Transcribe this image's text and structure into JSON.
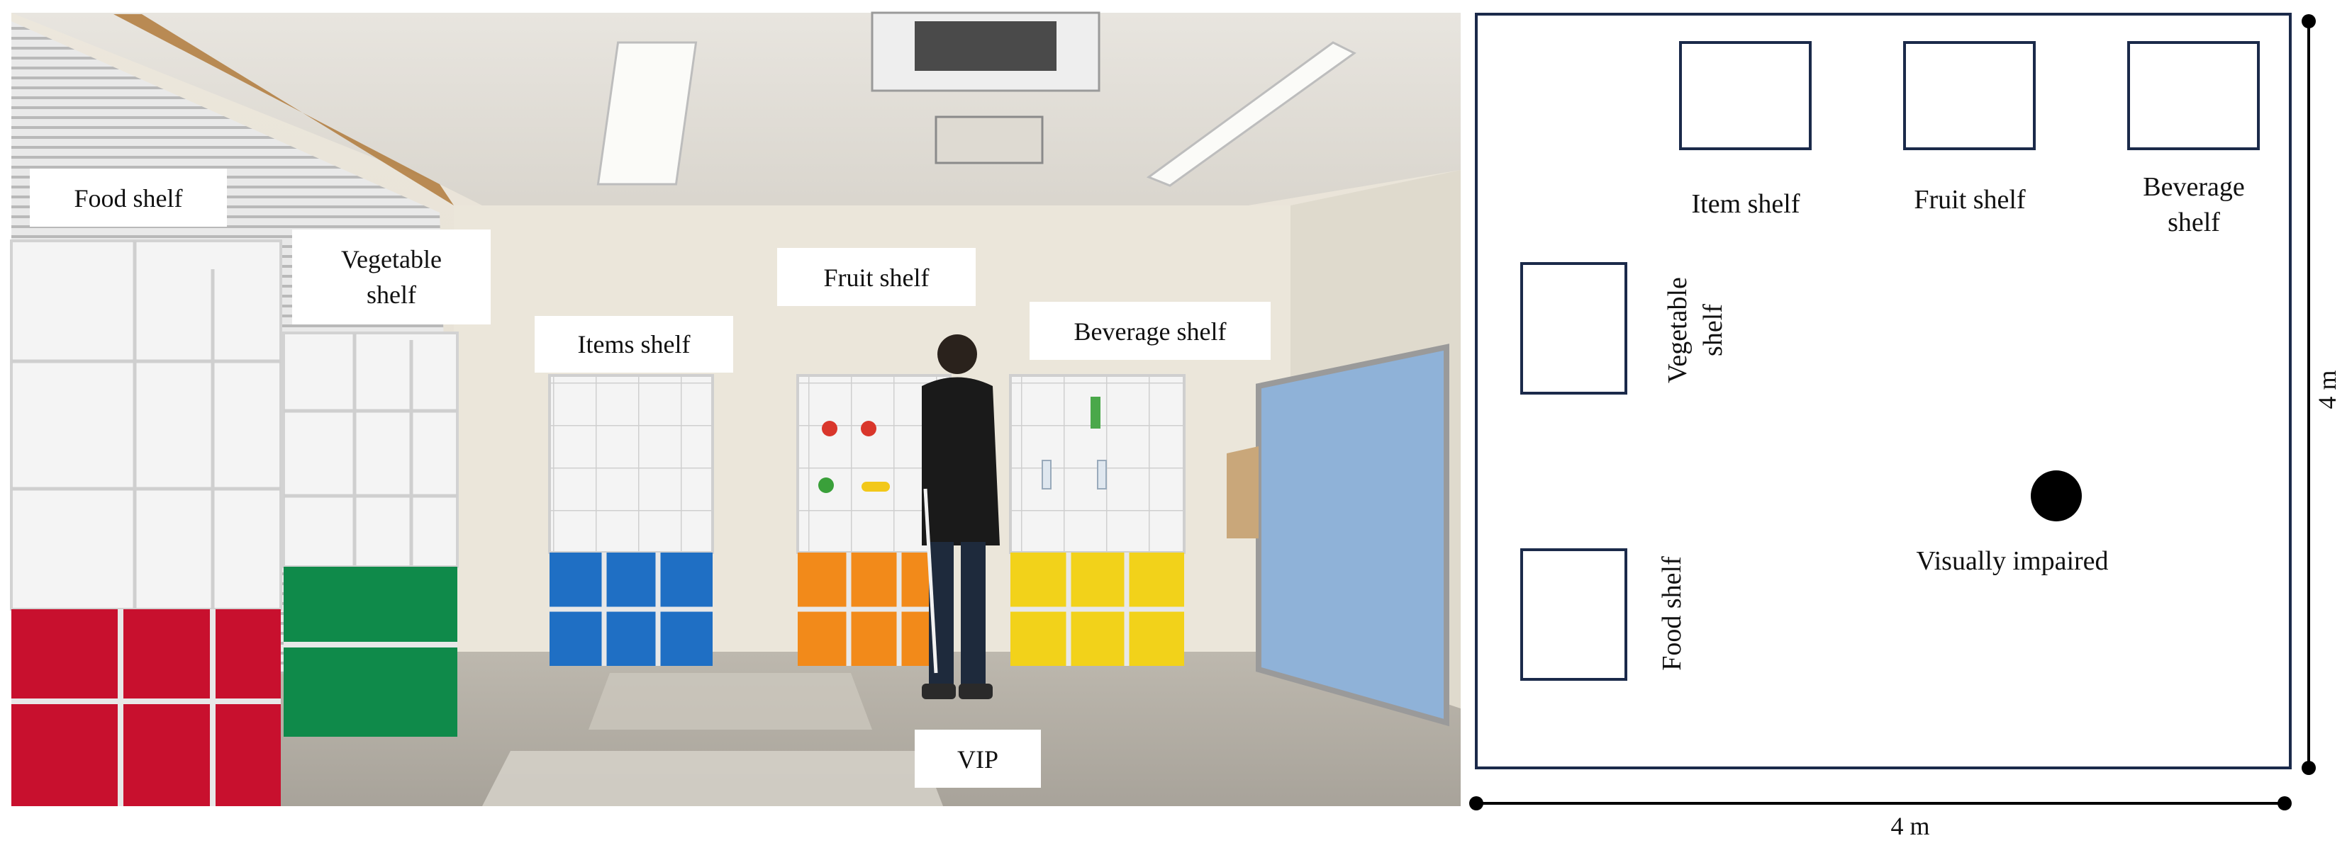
{
  "photo": {
    "labels": {
      "food_shelf": "Food shelf",
      "vegetable_shelf_line1": "Vegetable",
      "vegetable_shelf_line2": "shelf",
      "items_shelf": "Items shelf",
      "fruit_shelf": "Fruit shelf",
      "beverage_shelf": "Beverage shelf",
      "vip": "VIP"
    }
  },
  "map": {
    "labels": {
      "item_shelf": "Item shelf",
      "fruit_shelf": "Fruit shelf",
      "beverage_shelf_line1": "Beverage",
      "beverage_shelf_line2": "shelf",
      "vegetable_shelf_line1": "Vegetable",
      "vegetable_shelf_line2": "shelf",
      "food_shelf": "Food shelf",
      "visually_impaired": "Visually impaired"
    },
    "dimensions": {
      "width": "4 m",
      "height": "4 m"
    },
    "colors": {
      "frame": "#1b2a4a",
      "shelf_outline": "#1b2a4a",
      "person": "#000000"
    }
  },
  "colors": {
    "food_cubes": "#c8102e",
    "vegetable_cubes": "#0f8a4a",
    "items_cubes": "#1f6fc4",
    "fruit_cubes": "#f28a1a",
    "beverage_cubes": "#f2d21a",
    "partition": "#8fb2d8"
  }
}
